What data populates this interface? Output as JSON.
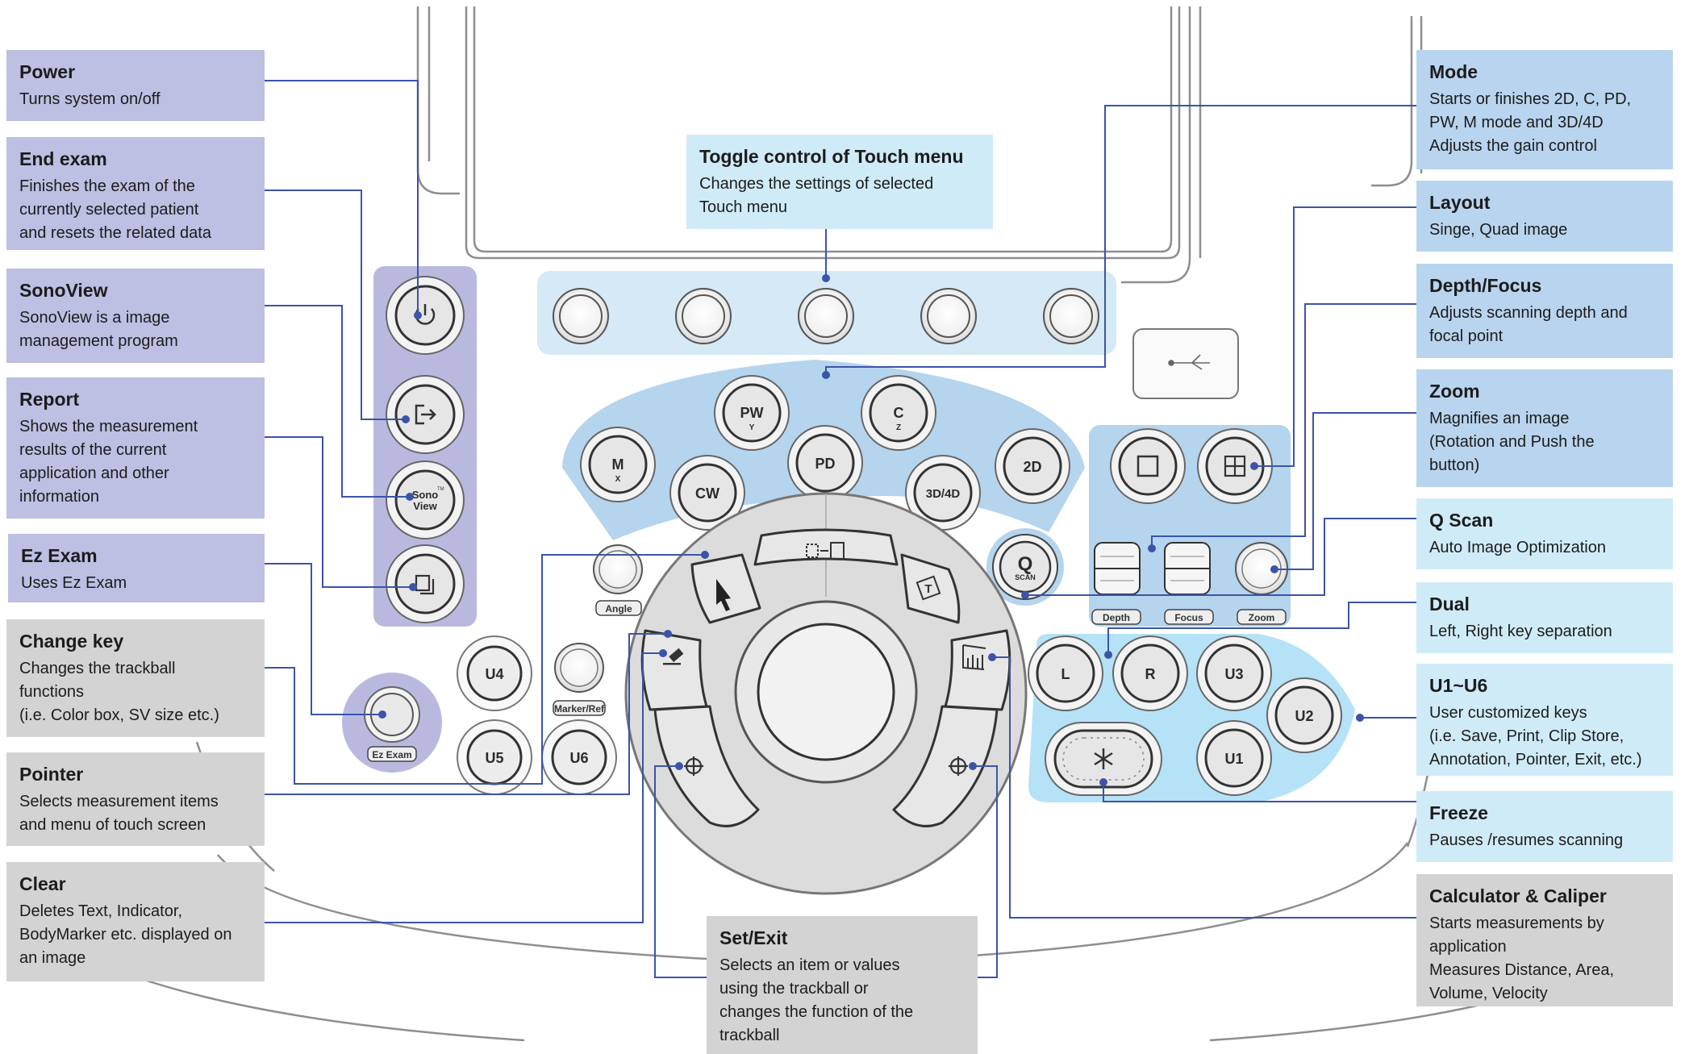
{
  "colors": {
    "leader": "#3c54a8",
    "purple_box": "#bdbfe3",
    "gray_box": "#d3d3d3",
    "blue_box": "#b9d4ee",
    "light_blue_box": "#d0ebf8"
  },
  "keys": {
    "pw": "PW",
    "pw_sub": "Y",
    "c": "C",
    "c_sub": "Z",
    "m": "M",
    "m_sub": "X",
    "pd": "PD",
    "cw": "CW",
    "d34": "3D/4D",
    "d2": "2D",
    "q": "Q",
    "q_sub": "SCAN",
    "sono_line1": "Sono",
    "sono_line2": "View",
    "sono_tm": "TM",
    "u1": "U1",
    "u2": "U2",
    "u3": "U3",
    "u4": "U4",
    "u5": "U5",
    "u6": "U6",
    "l": "L",
    "r": "R",
    "angle": "Angle",
    "marker_ref": "Marker/Ref",
    "ez_exam": "Ez Exam",
    "depth": "Depth",
    "focus": "Focus",
    "zoom": "Zoom"
  },
  "icons": {
    "power": "power-icon",
    "end_exam": "end-exam-icon",
    "ez_exam": "copy-icon",
    "usb": "usb-icon",
    "freeze": "snowflake-icon",
    "pointer": "pointer-arrow-icon",
    "text": "text-icon",
    "clear": "eraser-icon",
    "caliper": "ruler-icon",
    "set": "crosshair-icon",
    "exit": "crosshair-icon",
    "change": "box-change-icon",
    "single_layout": "single-square-icon",
    "quad_layout": "quad-square-icon"
  },
  "callouts": {
    "power": {
      "title": "Power",
      "desc": "Turns system on/off"
    },
    "end_exam": {
      "title": "End exam",
      "desc": "Finishes the exam of the\ncurrently selected patient\nand resets the related data"
    },
    "sonoview": {
      "title": "SonoView",
      "desc": "SonoView is a image\nmanagement program"
    },
    "report": {
      "title": "Report",
      "desc": "Shows the measurement\nresults of the current\napplication and other\ninformation"
    },
    "ez_exam": {
      "title": "Ez Exam",
      "desc": "Uses Ez Exam"
    },
    "change_key": {
      "title": "Change key",
      "desc": "Changes the trackball\nfunctions\n(i.e. Color box, SV size etc.)"
    },
    "pointer": {
      "title": "Pointer",
      "desc": "Selects measurement items\nand menu of touch screen"
    },
    "clear": {
      "title": "Clear",
      "desc": "Deletes Text, Indicator,\nBodyMarker etc. displayed on\nan image"
    },
    "toggle": {
      "title": "Toggle control of Touch menu",
      "desc": "Changes the settings of selected\nTouch menu"
    },
    "set_exit": {
      "title": "Set/Exit",
      "desc": "Selects an item or values\nusing the trackball or\nchanges the function of the\ntrackball"
    },
    "mode": {
      "title": "Mode",
      "desc": "Starts or finishes 2D, C, PD,\nPW, M mode and 3D/4D\nAdjusts the gain control"
    },
    "layout": {
      "title": "Layout",
      "desc": "Singe, Quad image"
    },
    "depth_focus": {
      "title": "Depth/Focus",
      "desc": "Adjusts scanning depth and\nfocal point"
    },
    "zoom": {
      "title": "Zoom",
      "desc": "Magnifies an image\n(Rotation and Push the\nbutton)"
    },
    "q_scan": {
      "title": "Q Scan",
      "desc": "Auto Image Optimization"
    },
    "dual": {
      "title": "Dual",
      "desc": "Left, Right key separation"
    },
    "u1u6": {
      "title": "U1~U6",
      "desc": "User customized keys\n(i.e. Save, Print, Clip Store,\nAnnotation, Pointer, Exit, etc.)"
    },
    "freeze": {
      "title": "Freeze",
      "desc": "Pauses /resumes scanning"
    },
    "calc_caliper": {
      "title": "Calculator & Caliper",
      "desc": "Starts measurements by\napplication\nMeasures Distance, Area,\nVolume, Velocity"
    }
  }
}
